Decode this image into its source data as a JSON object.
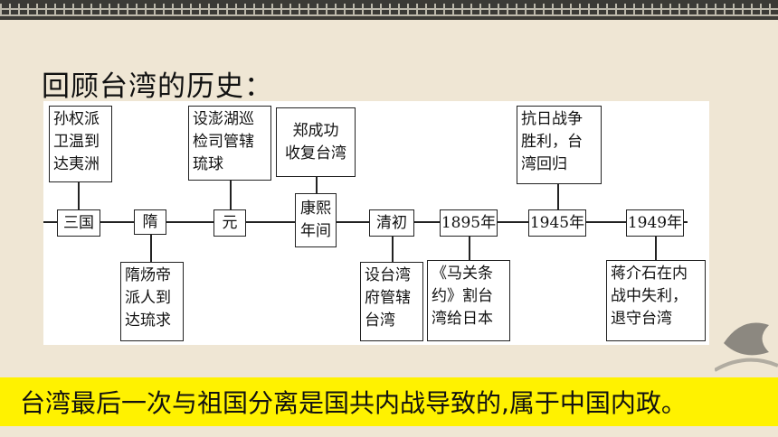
{
  "title": "回顾台湾的历史：",
  "timeline": {
    "nodes": [
      {
        "label": "三国"
      },
      {
        "label": "隋"
      },
      {
        "label": "元"
      },
      {
        "label": "康熙\n年间"
      },
      {
        "label": "清初"
      },
      {
        "label": "1895年"
      },
      {
        "label": "1945年"
      },
      {
        "label": "1949年"
      }
    ],
    "events_above": [
      {
        "text": "孙权派\n卫温到\n达夷洲"
      },
      {
        "text": "设澎湖巡\n检司管辖\n琉球"
      },
      {
        "text": "郑成功\n收复台湾"
      },
      {
        "text": "抗日战争\n胜利，台\n湾回归"
      }
    ],
    "events_below": [
      {
        "text": "隋炀帝\n派人到\n达琉求"
      },
      {
        "text": "设台湾\n府管辖\n台湾"
      },
      {
        "text": "《马关条\n约》割台\n湾给日本"
      },
      {
        "text": "蒋介石在内\n战中失利，\n退守台湾"
      }
    ]
  },
  "conclusion": "台湾最后一次与祖国分离是国共内战导致的,属于中国内政。"
}
